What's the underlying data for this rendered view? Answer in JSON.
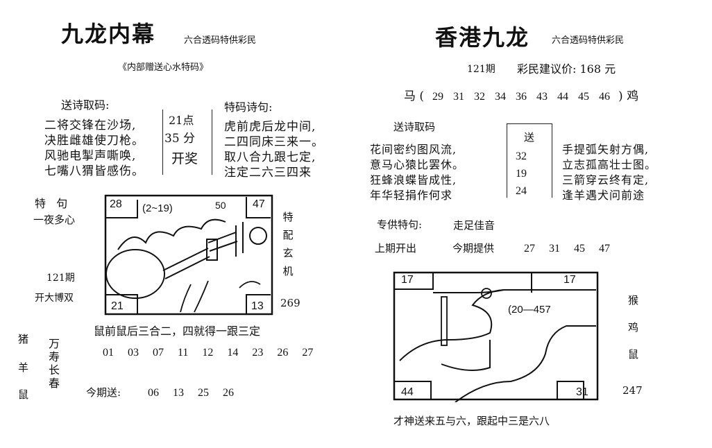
{
  "left": {
    "title": "九龙内幕",
    "subtitle": "六合透码特供彩民",
    "banner": "《内部赠送心水特码》",
    "poem_heading": "送诗取码:",
    "poem_lines": [
      "二将交锋在沙场,",
      "决胜雌雄使刀枪。",
      "风驰电掣声嘶唤,",
      "七嘴八猬皆感伤。"
    ],
    "draw_box": [
      "21点",
      "35 分",
      "开奖"
    ],
    "special_heading": "特码诗句:",
    "special_lines": [
      "虎前虎后龙中间,",
      "二四同床三来一。",
      "取八合九跟七定,",
      "注定二六三四来"
    ],
    "te_ju_label": "特   句",
    "te_ju_value": "一夜多心",
    "issue": "121期",
    "issue_hint": "开大博双",
    "picture_corners": {
      "top_left": "28",
      "top_right": "47",
      "bottom_left": "21",
      "bottom_right": "13",
      "top_scribble": "(2~19)",
      "top_scribble2": "50"
    },
    "side_label": "特配玄机",
    "side_number": "269",
    "riddle": "鼠前鼠后三合二，四就得一跟三定",
    "numbers": "01  03  07  11  12  14  23  26  27",
    "zodiacs": [
      "猪",
      "羊",
      "鼠"
    ],
    "blessing": "万寿长春",
    "send_label": "今期送:",
    "send_numbers": "06  13  25  26"
  },
  "right": {
    "title": "香港九龙",
    "subtitle": "六合透码特供彩民",
    "issue": "121期",
    "price": "彩民建议价: 168 元",
    "zodiac_start": "马 (",
    "zodiac_numbers": "29  31  32  34  36  43  44  45  46",
    "zodiac_end": ") 鸡",
    "poem_heading": "送诗取码",
    "poem_lines": [
      "花间密约图风流,",
      "意马心猿比罢休。",
      "狂蜂浪蝶皆成性,",
      "年华轻捐作何求"
    ],
    "send_box": [
      "送",
      "32",
      "19",
      "24"
    ],
    "poem2_lines": [
      "手提弧矢射方偶,",
      "立志孤高壮士图。",
      "三箭穿云终有定,",
      "逢羊遇犬问前途"
    ],
    "special_label": "专供特句:",
    "special_value": "走足佳音",
    "last_label": "上期开出",
    "provide_label": "今期提供",
    "provide_numbers": "27  31  45  47",
    "picture_corners": {
      "top_left": "17",
      "top_right": "17",
      "bottom_left": "44",
      "bottom_right": "31",
      "scribble": "(20—457"
    },
    "side_zodiacs": [
      "猴",
      "鸡",
      "鼠"
    ],
    "side_number": "247",
    "riddle": "才神送来五与六，跟起中三是六八"
  }
}
